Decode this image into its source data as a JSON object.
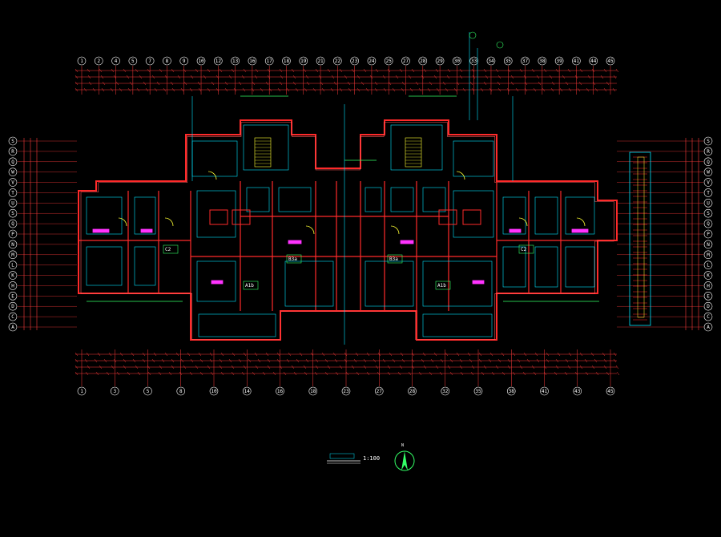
{
  "drawing": {
    "scale_text": "1:100",
    "colors": {
      "background": "#000000",
      "wall": "#ff2a2a",
      "wall_light": "#ff5a5a",
      "dim": "#ff3b3b",
      "cyan": "#00e5ff",
      "yellow": "#ffff33",
      "green": "#33ff66",
      "magenta": "#ff33ff",
      "white": "#ffffff",
      "blue": "#3355ff"
    }
  },
  "grid_top": [
    "1",
    "2",
    "4",
    "5",
    "7",
    "8",
    "9",
    "10",
    "12",
    "13",
    "16",
    "17",
    "18",
    "19",
    "21",
    "22",
    "23",
    "24",
    "25",
    "27",
    "28",
    "29",
    "30",
    "33",
    "34",
    "35",
    "37",
    "38",
    "39",
    "41",
    "44",
    "45"
  ],
  "grid_bottom": [
    "1",
    "3",
    "5",
    "8",
    "10",
    "14",
    "16",
    "18",
    "23",
    "27",
    "28",
    "32",
    "35",
    "38",
    "41",
    "43",
    "45"
  ],
  "grid_left": [
    "S",
    "R",
    "Q",
    "W",
    "V",
    "T",
    "U",
    "S",
    "Q",
    "P",
    "N",
    "M",
    "L",
    "K",
    "H",
    "E",
    "D",
    "C",
    "A"
  ],
  "grid_right": [
    "S",
    "R",
    "Q",
    "W",
    "V",
    "T",
    "U",
    "S",
    "Q",
    "P",
    "N",
    "M",
    "L",
    "K",
    "H",
    "E",
    "D",
    "C",
    "A"
  ],
  "unit_tags": [
    "C2",
    "A1b",
    "B3a",
    "B3a",
    "A1b",
    "C2"
  ],
  "north_mark": {
    "label": "N"
  }
}
